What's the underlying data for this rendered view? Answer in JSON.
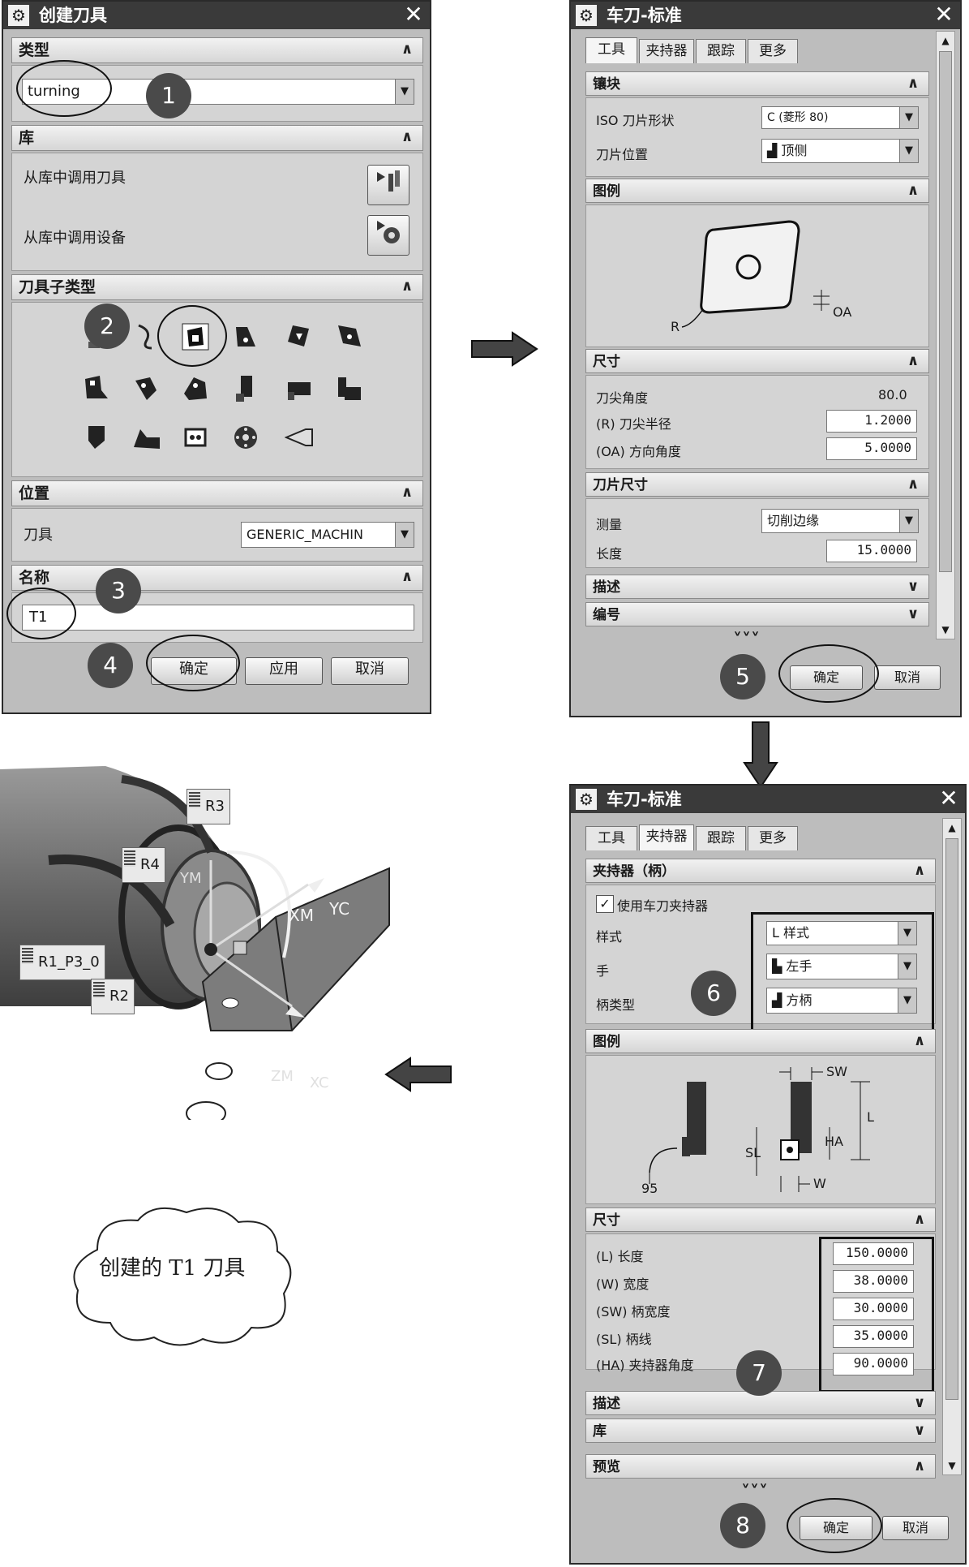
{
  "d1": {
    "title": "创建刀具",
    "type_sec": "类型",
    "type_value": "turning",
    "lib_sec": "库",
    "lib_item1": "从库中调用刀具",
    "lib_item2": "从库中调用设备",
    "sub_sec": "刀具子类型",
    "pos_sec": "位置",
    "pos_label": "刀具",
    "pos_value": "GENERIC_MACHIN",
    "name_sec": "名称",
    "name_value": "T1",
    "ok": "确定",
    "apply": "应用",
    "cancel": "取消"
  },
  "d2": {
    "title": "车刀-标准",
    "tabs": [
      "工具",
      "夹持器",
      "跟踪",
      "更多"
    ],
    "insert_sec": "镶块",
    "iso_label": "ISO 刀片形状",
    "iso_value": "C (菱形 80)",
    "pos_label": "刀片位置",
    "pos_value": "顶侧",
    "legend_sec": "图例",
    "legend_r": "R",
    "legend_oa": "OA",
    "dim_sec": "尺寸",
    "tip_angle_label": "刀尖角度",
    "tip_angle_value": "80.0",
    "radius_label": "(R) 刀尖半径",
    "radius_value": "1.2000",
    "oa_label": "(OA) 方向角度",
    "oa_value": "5.0000",
    "insert_size_sec": "刀片尺寸",
    "measure_label": "测量",
    "measure_value": "切削边缘",
    "length_label": "长度",
    "length_value": "15.0000",
    "desc_sec": "描述",
    "num_sec": "编号",
    "more": "˅˅˅",
    "ok": "确定",
    "cancel": "取消"
  },
  "d3": {
    "title": "车刀-标准",
    "tabs": [
      "工具",
      "夹持器",
      "跟踪",
      "更多"
    ],
    "holder_sec": "夹持器（柄）",
    "use_holder": "使用车刀夹持器",
    "style_label": "样式",
    "style_value": "L 样式",
    "hand_label": "手",
    "hand_value": "左手",
    "shank_label": "柄类型",
    "shank_value": "方柄",
    "legend_sec": "图例",
    "legend_sw": "SW",
    "legend_l": "L",
    "legend_ha": "HA",
    "legend_sl": "SL",
    "legend_w": "W",
    "legend_95": "95",
    "dim_sec": "尺寸",
    "l_label": "(L) 长度",
    "l_value": "150.0000",
    "w_label": "(W) 宽度",
    "w_value": "38.0000",
    "sw_label": "(SW) 柄宽度",
    "sw_value": "30.0000",
    "sl_label": "(SL) 柄线",
    "sl_value": "35.0000",
    "ha_label": "(HA) 夹持器角度",
    "ha_value": "90.0000",
    "desc_sec": "描述",
    "lib_sec": "库",
    "preview_sec": "预览",
    "more": "˅˅˅",
    "ok": "确定",
    "cancel": "取消"
  },
  "model": {
    "tags": [
      "R3",
      "R4",
      "R1_P3_0",
      "R2"
    ],
    "axes": [
      "XM",
      "YC",
      "YM",
      "ZM",
      "XC"
    ],
    "cloud_text": "创建的 T1 刀具"
  },
  "steps": [
    "1",
    "2",
    "3",
    "4",
    "5",
    "6",
    "7",
    "8"
  ]
}
